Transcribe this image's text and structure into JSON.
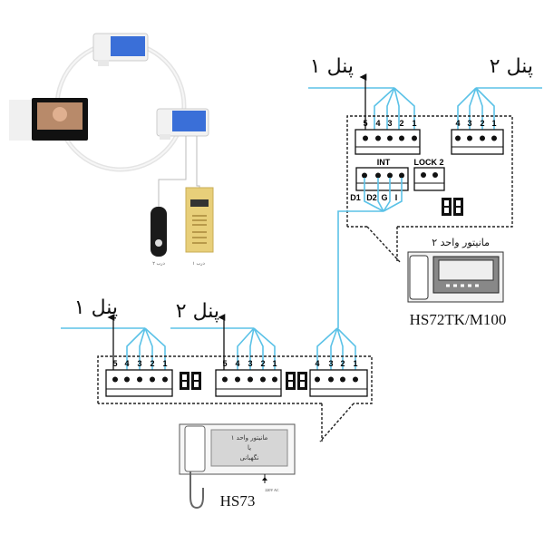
{
  "colors": {
    "wire": "#5bc2e7",
    "ink": "#111111",
    "panel_gold": "#e8cf7a",
    "screen_blue": "#3a6fd8"
  },
  "illustration": {
    "door_label_1": "درب ۱",
    "door_label_2": "درب ۲"
  },
  "top_section": {
    "panel1_label": "پنل ۱",
    "panel2_label": "پنل ۲",
    "block5_labels": [
      "5",
      "4",
      "3",
      "2",
      "1"
    ],
    "block4_labels": [
      "4",
      "3",
      "2",
      "1"
    ],
    "int_label": "INT",
    "int_pin_labels": [
      "D1",
      "D2",
      "G",
      "I"
    ],
    "lock_label": "LOCK 2",
    "monitor_caption": "مانیتور واحد ۲",
    "model": "HS72TK/M100"
  },
  "bottom_section": {
    "panel1_label": "پنل ۱",
    "panel2_label": "پنل ۲",
    "block_a_labels": [
      "5",
      "4",
      "3",
      "2",
      "1"
    ],
    "block_b_labels": [
      "5",
      "4",
      "3",
      "2",
      "1"
    ],
    "block_c_labels": [
      "4",
      "3",
      "2",
      "1"
    ],
    "monitor_screen_lines": [
      "مانیتور واحد ۱",
      "یا",
      "نگهبانی"
    ],
    "power_label": "220V AC",
    "model": "HS73"
  }
}
